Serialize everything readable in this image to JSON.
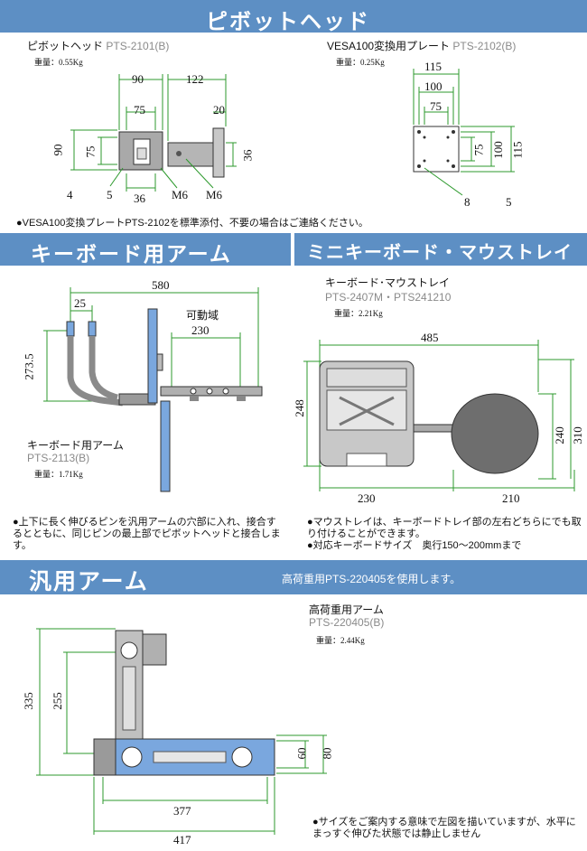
{
  "sections": {
    "pivot": {
      "band_title": "ピボットヘッド",
      "left": {
        "name": "ピボットヘッド",
        "model": "PTS-2101(B)",
        "weight": "重量：0.55Kg",
        "dims": {
          "d90_top": "90",
          "d122": "122",
          "d75_top": "75",
          "d20": "20",
          "d90_left": "90",
          "d75_left": "75",
          "d36_right": "36",
          "d4": "4",
          "d5": "5",
          "d36_bottom": "36",
          "m6_a": "M6",
          "m6_b": "M6"
        }
      },
      "right": {
        "name": "VESA100変換用プレート",
        "model": "PTS-2102(B)",
        "weight": "重量：0.25Kg",
        "dims": {
          "d115_top": "115",
          "d100_top": "100",
          "d75_top": "75",
          "d75_side": "75",
          "d100_side": "100",
          "d115_side": "115",
          "d8": "8",
          "d5": "5"
        }
      },
      "note": "●VESA100変換プレートPTS-2102を標準添付、不要の場合はご連絡ください。"
    },
    "keyboard_arm": {
      "band_title": "キーボード用アーム",
      "movable_label": "可動域",
      "name": "キーボード用アーム",
      "model": "PTS-2113(B)",
      "weight": "重量：1.71Kg",
      "dims": {
        "d580": "580",
        "d25": "25",
        "d230": "230",
        "d273_5": "273.5"
      },
      "note": "●上下に長く伸びるピンを汎用アームの穴部に入れ、接合するとともに、同じピンの最上部でピボットヘッドと接合します。"
    },
    "mini_tray": {
      "band_title": "ミニキーボード・マウストレイ",
      "name": "キーボード･マウストレイ",
      "model": "PTS-2407M・PTS241210",
      "weight": "重量：2.21Kg",
      "dims": {
        "d485": "485",
        "d248": "248",
        "d230": "230",
        "d210": "210",
        "d240": "240",
        "d310": "310"
      },
      "note1": "●マウストレイは、キーボードトレイ部の左右どちらにでも取り付けることができます。",
      "note2": "●対応キーボードサイズ　奥行150〜200mmまで"
    },
    "general_arm": {
      "band_title": "汎用アーム",
      "band_subtitle": "高荷重用PTS-220405を使用します。",
      "name": "高荷重用アーム",
      "model": "PTS-220405(B)",
      "weight": "重量：2.44Kg",
      "dims": {
        "d335": "335",
        "d255": "255",
        "d60": "60",
        "d80": "80",
        "d377": "377",
        "d417": "417"
      },
      "note": "●サイズをご案内する意味で左図を描いていますが、水平にまっすぐ伸びた状態では静止しません"
    }
  },
  "colors": {
    "band": "#5d8fc4",
    "metal": "#9a9a9a",
    "blue_part": "#7aa7de",
    "dim_line": "#2e9a2e",
    "dark_ball": "#6e6e6e"
  }
}
